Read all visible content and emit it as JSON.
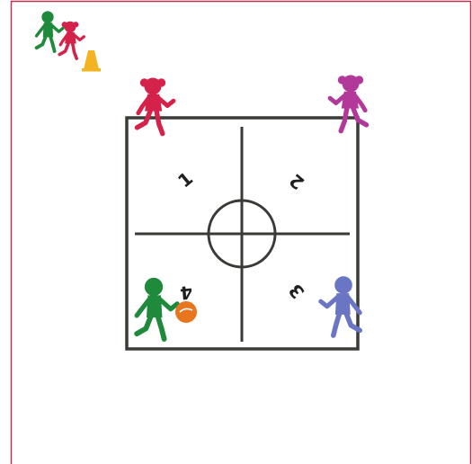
{
  "colors": {
    "frame": "#c0334d",
    "court": "#3a3a36",
    "kid_green": "#1f8a3c",
    "kid_red": "#d4224a",
    "kid_magenta": "#b2399a",
    "kid_blue": "#6a76c4",
    "cone": "#f4b323",
    "ball": "#e8761f"
  },
  "quadrant_labels": {
    "q1": "1",
    "q2": "2",
    "q3": "3",
    "q4": "4"
  },
  "icons": [
    "figure-icon",
    "cone-icon",
    "ball-icon"
  ]
}
